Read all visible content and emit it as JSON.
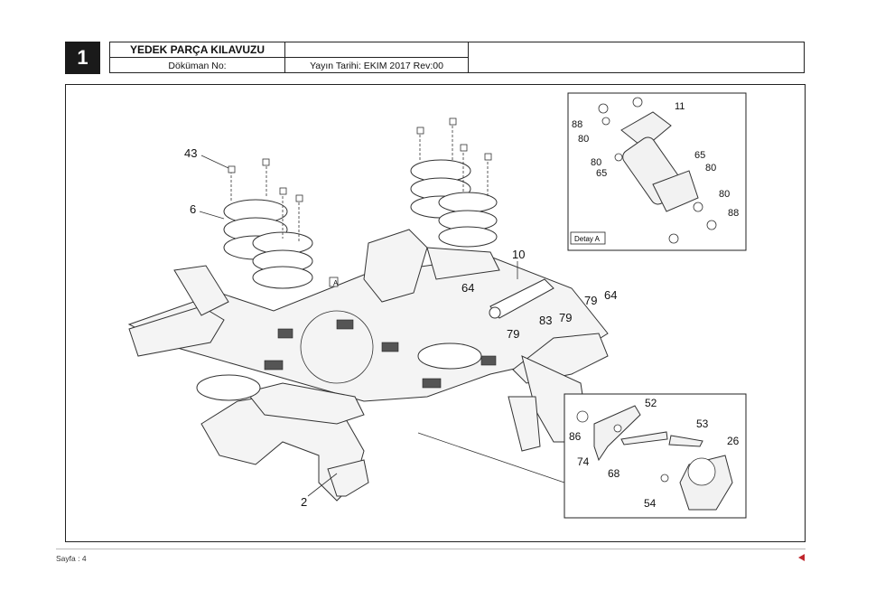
{
  "header": {
    "page_badge": "1",
    "title": "YEDEK PARÇA KILAVUZU",
    "doc_no_label": "Döküman No:",
    "release": "Yayın Tarihi: EKIM 2017 Rev:00"
  },
  "diagram": {
    "callouts": {
      "c43": "43",
      "c6": "6",
      "c10": "10",
      "c64a": "64",
      "c64b": "64",
      "c79a": "79",
      "c79b": "79",
      "c79c": "79",
      "c83": "83",
      "c2": "2",
      "cA": "A"
    },
    "detail_a": {
      "label": "Detay A",
      "callouts": {
        "c11": "11",
        "c88a": "88",
        "c80a": "80",
        "c80b": "80",
        "c65a": "65",
        "c65b": "65",
        "c80c": "80",
        "c80d": "80",
        "c88b": "88"
      }
    },
    "detail_b": {
      "callouts": {
        "c52": "52",
        "c53": "53",
        "c26": "26",
        "c86": "86",
        "c74": "74",
        "c68": "68",
        "c54": "54"
      }
    }
  },
  "footer": {
    "page_label": "Sayfa  : 4"
  }
}
